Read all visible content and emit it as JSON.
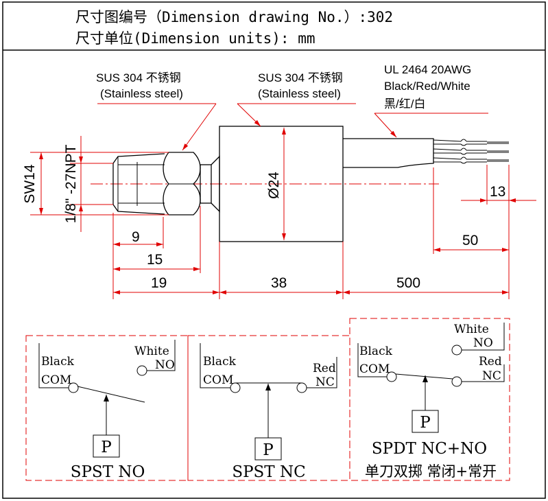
{
  "header": {
    "line1": "尺寸图编号（Dimension drawing No.）:302",
    "line2": "尺寸单位(Dimension units): mm"
  },
  "callouts": {
    "fitting_material": "SUS 304 不锈钢",
    "fitting_material_en": "(Stainless steel)",
    "body_material": "SUS 304 不锈钢",
    "body_material_en": "(Stainless steel)",
    "cable_spec": "UL 2464 20AWG",
    "cable_colors": "Black/Red/White",
    "cable_colors_cn": "黑/红/白"
  },
  "dimensions": {
    "sw": "SW14",
    "thread": "1/8\" -27NPT",
    "diameter": "Ø24",
    "d9": "9",
    "d15": "15",
    "d19": "19",
    "d38": "38",
    "d500": "500",
    "d50": "50",
    "d13": "13"
  },
  "schematics": {
    "no": {
      "common": "Black",
      "common_label": "COM",
      "contact": "White",
      "contact_label": "NO",
      "pressure": "P",
      "caption": "SPST NO"
    },
    "nc": {
      "common": "Black",
      "common_label": "COM",
      "contact": "Red",
      "contact_label": "NC",
      "pressure": "P",
      "caption": "SPST NC"
    },
    "spdt": {
      "common": "Black",
      "common_label": "COM",
      "contact_no": "White",
      "contact_no_label": "NO",
      "contact_nc": "Red",
      "contact_nc_label": "NC",
      "pressure": "P",
      "caption": "SPDT NC+NO",
      "caption_cn": "单刀双掷 常闭+常开"
    }
  },
  "colors": {
    "dimension_lines": "#e00000",
    "outlines": "#000000"
  }
}
